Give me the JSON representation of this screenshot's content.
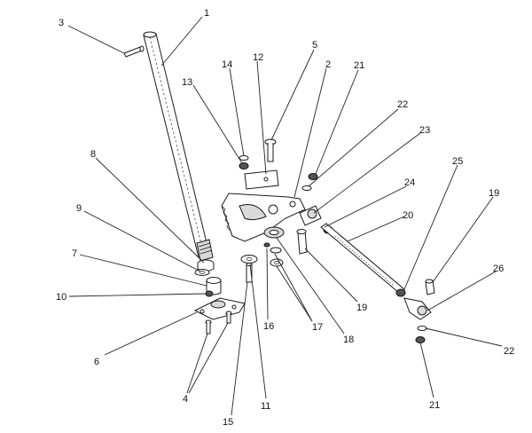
{
  "diagram": {
    "callouts": [
      {
        "id": "c1",
        "text": "1"
      },
      {
        "id": "c2",
        "text": "2"
      },
      {
        "id": "c3",
        "text": "3"
      },
      {
        "id": "c4",
        "text": "4"
      },
      {
        "id": "c5",
        "text": "5"
      },
      {
        "id": "c6",
        "text": "6"
      },
      {
        "id": "c7",
        "text": "7"
      },
      {
        "id": "c8",
        "text": "8"
      },
      {
        "id": "c9",
        "text": "9"
      },
      {
        "id": "c10",
        "text": "10"
      },
      {
        "id": "c11",
        "text": "11"
      },
      {
        "id": "c12",
        "text": "12"
      },
      {
        "id": "c13",
        "text": "13"
      },
      {
        "id": "c14",
        "text": "14"
      },
      {
        "id": "c15",
        "text": "15"
      },
      {
        "id": "c16",
        "text": "16"
      },
      {
        "id": "c17",
        "text": "17"
      },
      {
        "id": "c18",
        "text": "18"
      },
      {
        "id": "c19a",
        "text": "19"
      },
      {
        "id": "c19b",
        "text": "19"
      },
      {
        "id": "c20",
        "text": "20"
      },
      {
        "id": "c21a",
        "text": "21"
      },
      {
        "id": "c21b",
        "text": "21"
      },
      {
        "id": "c22a",
        "text": "22"
      },
      {
        "id": "c22b",
        "text": "22"
      },
      {
        "id": "c23",
        "text": "23"
      },
      {
        "id": "c24",
        "text": "24"
      },
      {
        "id": "c25",
        "text": "25"
      },
      {
        "id": "c26",
        "text": "26"
      }
    ]
  }
}
